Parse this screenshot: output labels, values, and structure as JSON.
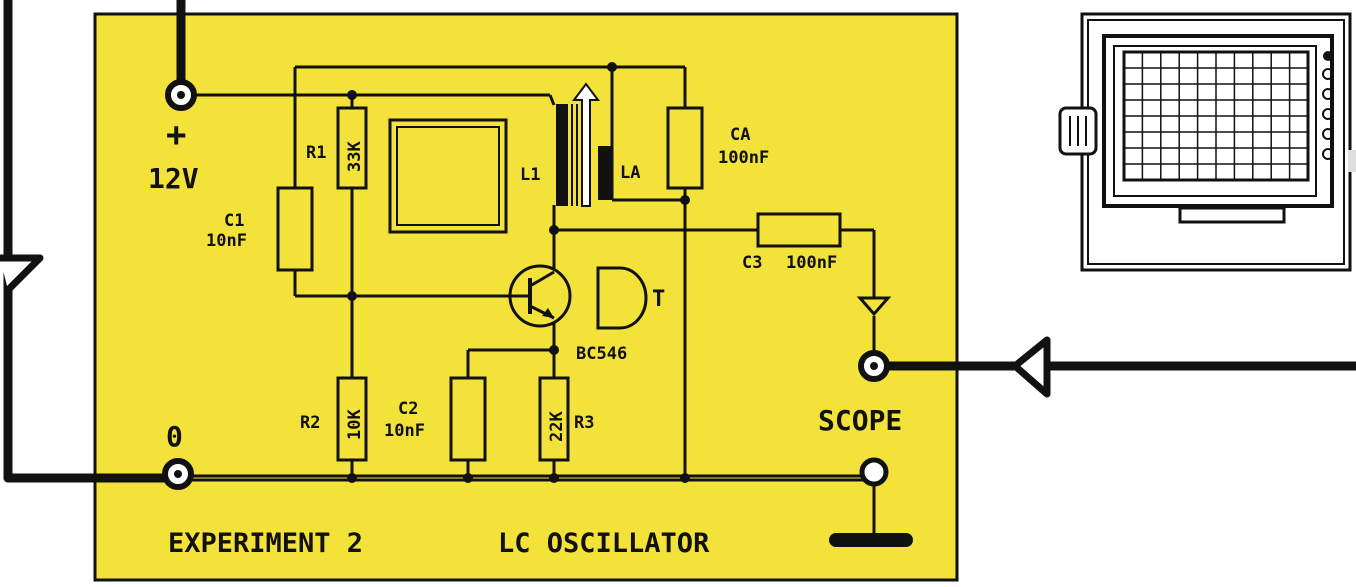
{
  "colors": {
    "board": "#f2e23a",
    "ink": "#111111",
    "background": "#ffffff"
  },
  "board": {
    "title": "EXPERIMENT 2",
    "subtitle": "LC OSCILLATOR"
  },
  "terminals": {
    "supply_plus": "+",
    "supply_voltage": "12V",
    "ground": "0",
    "scope": "SCOPE"
  },
  "components": {
    "r1": {
      "name": "R1",
      "value": "33K"
    },
    "r2": {
      "name": "R2",
      "value": "10K"
    },
    "r3": {
      "name": "R3",
      "value": "22K"
    },
    "c1": {
      "name": "C1",
      "value": "10nF"
    },
    "c2": {
      "name": "C2",
      "value": "10nF"
    },
    "c3": {
      "name": "C3",
      "value": "100nF"
    },
    "ca": {
      "name": "CA",
      "value": "100nF"
    },
    "l1": {
      "name": "L1"
    },
    "la": {
      "name": "LA"
    },
    "transistor": {
      "name": "BC546",
      "pin_label": "T"
    }
  },
  "icons": [
    "oscilloscope-icon",
    "transistor-icon",
    "transistor-pinout-icon",
    "ground-icon",
    "probe-arrow-icon"
  ]
}
